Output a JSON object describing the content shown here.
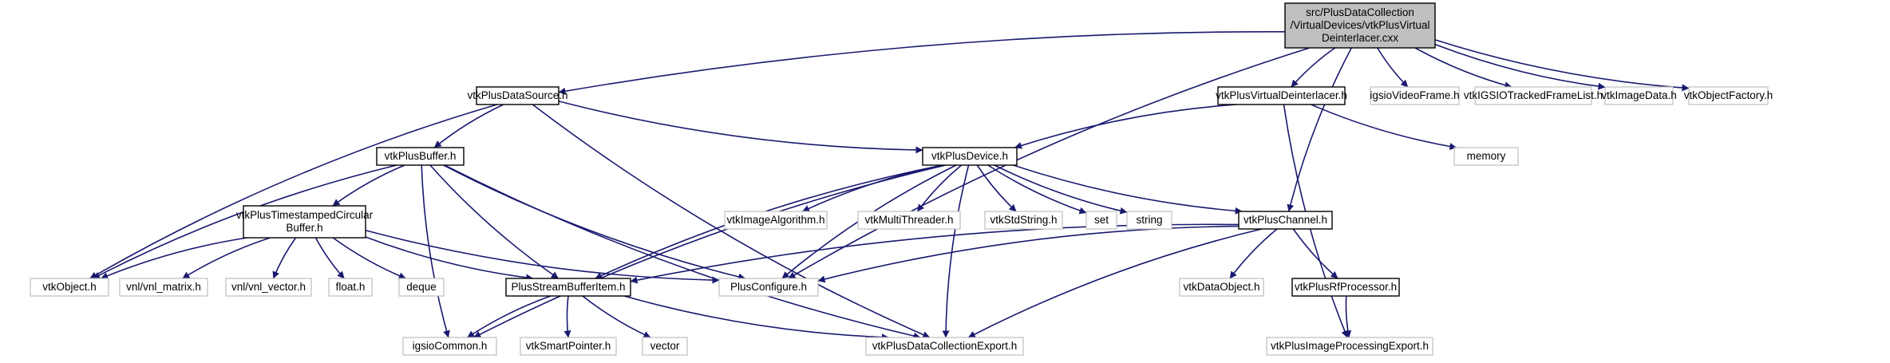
{
  "graph": {
    "colors": {
      "edge": "#191970",
      "root_fill": "#bfbfbf",
      "border_doc": "#000000",
      "border_ext": "#bfbfbf"
    },
    "nodes": [
      {
        "id": "root",
        "lines": [
          "src/PlusDataCollection",
          "/VirtualDevices/vtkPlusVirtual",
          "Deinterlacer.cxx"
        ],
        "kind": "root"
      },
      {
        "id": "vtkPlusDataSource",
        "lines": [
          "vtkPlusDataSource.h"
        ],
        "kind": "doc"
      },
      {
        "id": "vtkPlusVirtualDeinterlacer",
        "lines": [
          "vtkPlusVirtualDeinterlacer.h"
        ],
        "kind": "doc"
      },
      {
        "id": "igsioVideoFrame",
        "lines": [
          "igsioVideoFrame.h"
        ],
        "kind": "ext"
      },
      {
        "id": "vtkIGSIOTrackedFrameList",
        "lines": [
          "vtkIGSIOTrackedFrameList.h"
        ],
        "kind": "ext"
      },
      {
        "id": "vtkImageData",
        "lines": [
          "vtkImageData.h"
        ],
        "kind": "ext"
      },
      {
        "id": "vtkObjectFactory",
        "lines": [
          "vtkObjectFactory.h"
        ],
        "kind": "ext"
      },
      {
        "id": "vtkPlusBuffer",
        "lines": [
          "vtkPlusBuffer.h"
        ],
        "kind": "doc"
      },
      {
        "id": "vtkPlusDevice",
        "lines": [
          "vtkPlusDevice.h"
        ],
        "kind": "doc"
      },
      {
        "id": "memory",
        "lines": [
          "memory"
        ],
        "kind": "ext"
      },
      {
        "id": "vtkPlusTimestampedCircularBuffer",
        "lines": [
          "vtkPlusTimestampedCircular",
          "Buffer.h"
        ],
        "kind": "doc"
      },
      {
        "id": "vtkImageAlgorithm",
        "lines": [
          "vtkImageAlgorithm.h"
        ],
        "kind": "ext"
      },
      {
        "id": "vtkMultiThreader",
        "lines": [
          "vtkMultiThreader.h"
        ],
        "kind": "ext"
      },
      {
        "id": "vtkStdString",
        "lines": [
          "vtkStdString.h"
        ],
        "kind": "ext"
      },
      {
        "id": "set",
        "lines": [
          "set"
        ],
        "kind": "ext"
      },
      {
        "id": "string",
        "lines": [
          "string"
        ],
        "kind": "ext"
      },
      {
        "id": "vtkPlusChannel",
        "lines": [
          "vtkPlusChannel.h"
        ],
        "kind": "doc"
      },
      {
        "id": "vtkObject",
        "lines": [
          "vtkObject.h"
        ],
        "kind": "ext"
      },
      {
        "id": "vnl_matrix",
        "lines": [
          "vnl/vnl_matrix.h"
        ],
        "kind": "ext"
      },
      {
        "id": "vnl_vector",
        "lines": [
          "vnl/vnl_vector.h"
        ],
        "kind": "ext"
      },
      {
        "id": "float",
        "lines": [
          "float.h"
        ],
        "kind": "ext"
      },
      {
        "id": "deque",
        "lines": [
          "deque"
        ],
        "kind": "ext"
      },
      {
        "id": "PlusStreamBufferItem",
        "lines": [
          "PlusStreamBufferItem.h"
        ],
        "kind": "doc"
      },
      {
        "id": "PlusConfigure",
        "lines": [
          "PlusConfigure.h"
        ],
        "kind": "ext"
      },
      {
        "id": "vtkDataObject",
        "lines": [
          "vtkDataObject.h"
        ],
        "kind": "ext"
      },
      {
        "id": "vtkPlusRfProcessor",
        "lines": [
          "vtkPlusRfProcessor.h"
        ],
        "kind": "doc"
      },
      {
        "id": "igsioCommon",
        "lines": [
          "igsioCommon.h"
        ],
        "kind": "ext"
      },
      {
        "id": "vtkSmartPointer",
        "lines": [
          "vtkSmartPointer.h"
        ],
        "kind": "ext"
      },
      {
        "id": "vector",
        "lines": [
          "vector"
        ],
        "kind": "ext"
      },
      {
        "id": "vtkPlusDataCollectionExport",
        "lines": [
          "vtkPlusDataCollectionExport.h"
        ],
        "kind": "ext"
      },
      {
        "id": "vtkPlusImageProcessingExport",
        "lines": [
          "vtkPlusImageProcessingExport.h"
        ],
        "kind": "ext"
      }
    ],
    "edges": [
      {
        "from": "root",
        "to": "vtkPlusDataSource"
      },
      {
        "from": "root",
        "to": "PlusConfigure"
      },
      {
        "from": "root",
        "to": "vtkPlusVirtualDeinterlacer"
      },
      {
        "from": "root",
        "to": "vtkPlusChannel"
      },
      {
        "from": "root",
        "to": "igsioVideoFrame"
      },
      {
        "from": "root",
        "to": "vtkIGSIOTrackedFrameList"
      },
      {
        "from": "root",
        "to": "vtkImageData"
      },
      {
        "from": "root",
        "to": "vtkObjectFactory"
      },
      {
        "from": "vtkPlusDataSource",
        "to": "vtkObject"
      },
      {
        "from": "vtkPlusDataSource",
        "to": "vtkPlusBuffer"
      },
      {
        "from": "vtkPlusDataSource",
        "to": "vtkPlusDevice"
      },
      {
        "from": "vtkPlusDataSource",
        "to": "vtkPlusDataCollectionExport"
      },
      {
        "from": "vtkPlusVirtualDeinterlacer",
        "to": "vtkPlusDevice"
      },
      {
        "from": "vtkPlusVirtualDeinterlacer",
        "to": "memory"
      },
      {
        "from": "vtkPlusVirtualDeinterlacer",
        "to": "vtkPlusImageProcessingExport"
      },
      {
        "from": "vtkPlusBuffer",
        "to": "igsioCommon"
      },
      {
        "from": "vtkPlusBuffer",
        "to": "vtkObject"
      },
      {
        "from": "vtkPlusBuffer",
        "to": "vtkPlusTimestampedCircularBuffer"
      },
      {
        "from": "vtkPlusBuffer",
        "to": "PlusStreamBufferItem"
      },
      {
        "from": "vtkPlusBuffer",
        "to": "PlusConfigure"
      },
      {
        "from": "vtkPlusBuffer",
        "to": "vtkPlusDataCollectionExport"
      },
      {
        "from": "vtkPlusTimestampedCircularBuffer",
        "to": "vtkObject"
      },
      {
        "from": "vtkPlusTimestampedCircularBuffer",
        "to": "vnl_matrix"
      },
      {
        "from": "vtkPlusTimestampedCircularBuffer",
        "to": "vnl_vector"
      },
      {
        "from": "vtkPlusTimestampedCircularBuffer",
        "to": "float"
      },
      {
        "from": "vtkPlusTimestampedCircularBuffer",
        "to": "deque"
      },
      {
        "from": "vtkPlusTimestampedCircularBuffer",
        "to": "PlusStreamBufferItem"
      },
      {
        "from": "vtkPlusTimestampedCircularBuffer",
        "to": "PlusConfigure"
      },
      {
        "from": "vtkPlusDevice",
        "to": "igsioCommon"
      },
      {
        "from": "vtkPlusDevice",
        "to": "PlusStreamBufferItem"
      },
      {
        "from": "vtkPlusDevice",
        "to": "PlusConfigure"
      },
      {
        "from": "vtkPlusDevice",
        "to": "vtkImageAlgorithm"
      },
      {
        "from": "vtkPlusDevice",
        "to": "vtkMultiThreader"
      },
      {
        "from": "vtkPlusDevice",
        "to": "vtkStdString"
      },
      {
        "from": "vtkPlusDevice",
        "to": "set"
      },
      {
        "from": "vtkPlusDevice",
        "to": "string"
      },
      {
        "from": "vtkPlusDevice",
        "to": "vtkPlusChannel"
      },
      {
        "from": "vtkPlusDevice",
        "to": "vtkPlusDataCollectionExport"
      },
      {
        "from": "vtkPlusChannel",
        "to": "PlusStreamBufferItem"
      },
      {
        "from": "vtkPlusChannel",
        "to": "PlusConfigure"
      },
      {
        "from": "vtkPlusChannel",
        "to": "vtkDataObject"
      },
      {
        "from": "vtkPlusChannel",
        "to": "vtkPlusRfProcessor"
      },
      {
        "from": "vtkPlusChannel",
        "to": "vtkPlusDataCollectionExport"
      },
      {
        "from": "vtkPlusRfProcessor",
        "to": "vtkPlusImageProcessingExport"
      },
      {
        "from": "PlusStreamBufferItem",
        "to": "igsioCommon"
      },
      {
        "from": "PlusStreamBufferItem",
        "to": "vtkSmartPointer"
      },
      {
        "from": "PlusStreamBufferItem",
        "to": "vector"
      },
      {
        "from": "PlusStreamBufferItem",
        "to": "vtkPlusDataCollectionExport"
      }
    ]
  }
}
